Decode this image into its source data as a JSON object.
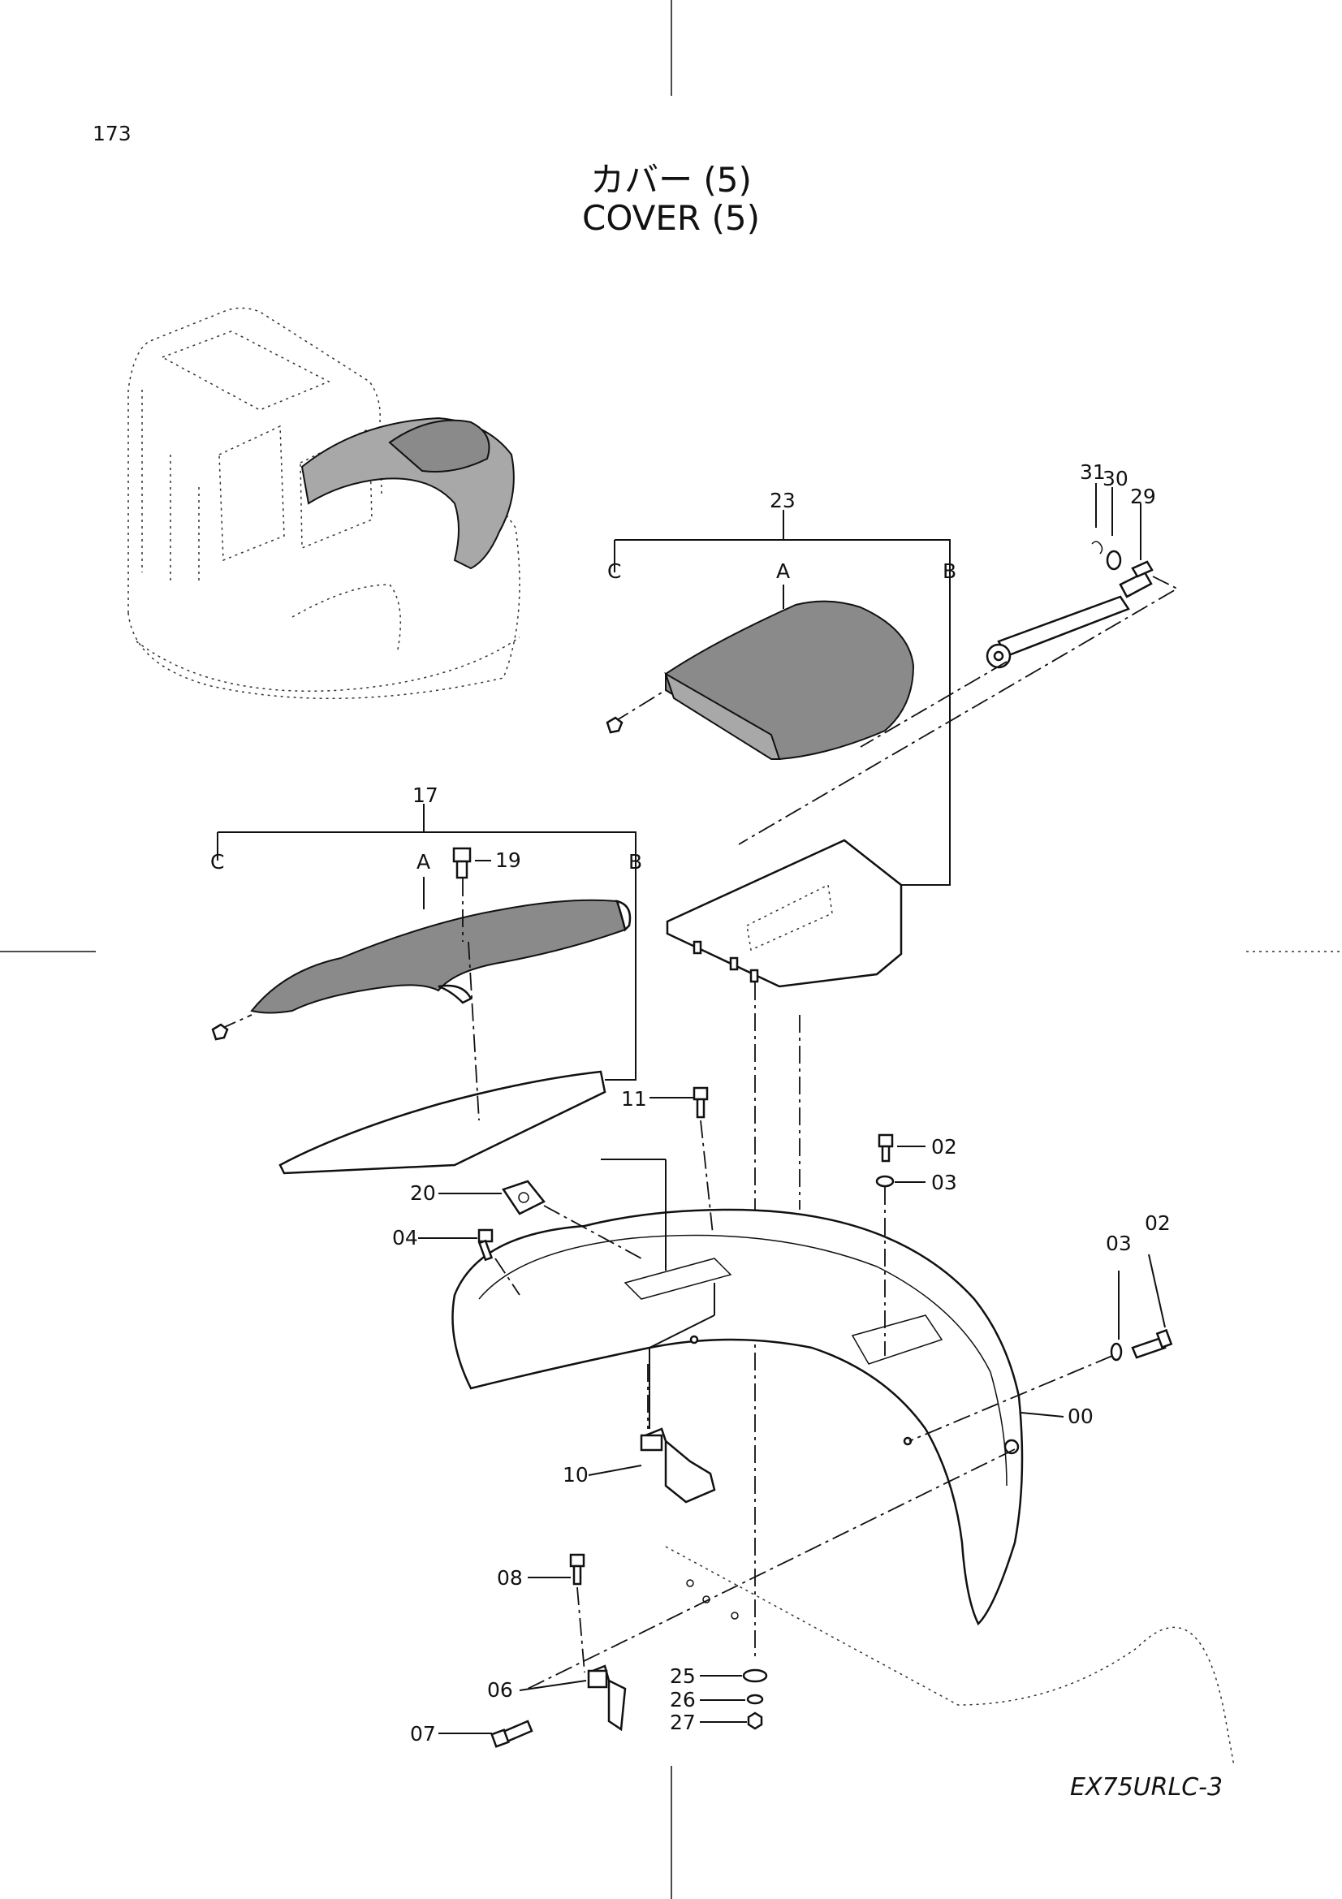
{
  "page": {
    "number": "173",
    "title_jp": "カバー (5)",
    "title_en": "COVER (5)",
    "model": "EX75URLC-3"
  },
  "callouts": {
    "p23": "23",
    "p17": "17",
    "p19": "19",
    "p31": "31",
    "p30": "30",
    "p29": "29",
    "p11": "11",
    "p02a": "02",
    "p03a": "03",
    "p02b": "02",
    "p03b": "03",
    "p20": "20",
    "p04": "04",
    "p00": "00",
    "p10": "10",
    "p08": "08",
    "p06": "06",
    "p07": "07",
    "p25": "25",
    "p26": "26",
    "p27": "27"
  },
  "sublabels": {
    "a23": "A",
    "b23": "B",
    "c23": "C",
    "a17": "A",
    "b17": "B",
    "c17": "C"
  }
}
